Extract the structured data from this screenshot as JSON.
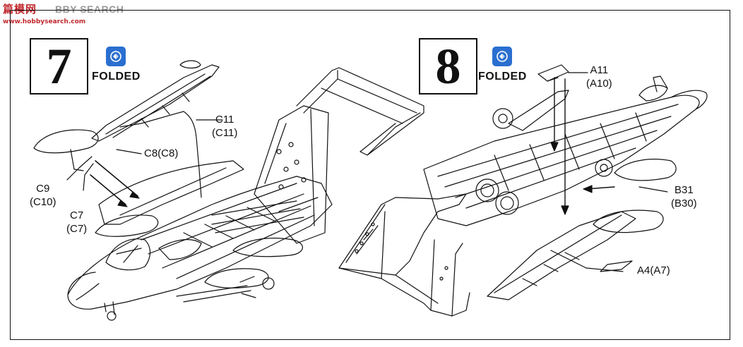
{
  "watermark": {
    "logo": "篇模网",
    "rest": "BBY SEARCH",
    "url": "www.hobbysearch.com"
  },
  "steps": [
    {
      "number": "7",
      "fold_label": "FOLDED",
      "fold_icon": "fold-arrows-icon"
    },
    {
      "number": "8",
      "fold_label": "FOLDED",
      "fold_icon": "fold-arrows-icon"
    }
  ],
  "callouts": {
    "c11": {
      "line1": "C11",
      "line2": "(C11)"
    },
    "c8": {
      "line1": "C8(C8)"
    },
    "c9": {
      "line1": "C9",
      "line2": "(C10)"
    },
    "c7": {
      "line1": "C7",
      "line2": "(C7)"
    },
    "a11": {
      "line1": "A11",
      "line2": "(A10)"
    },
    "b31": {
      "line1": "B31",
      "line2": "(B30)"
    },
    "a4": {
      "line1": "A4(A7)"
    }
  },
  "colors": {
    "ink": "#111111",
    "icon_blue": "#2a6fd0",
    "watermark_red": "#c0282d"
  }
}
